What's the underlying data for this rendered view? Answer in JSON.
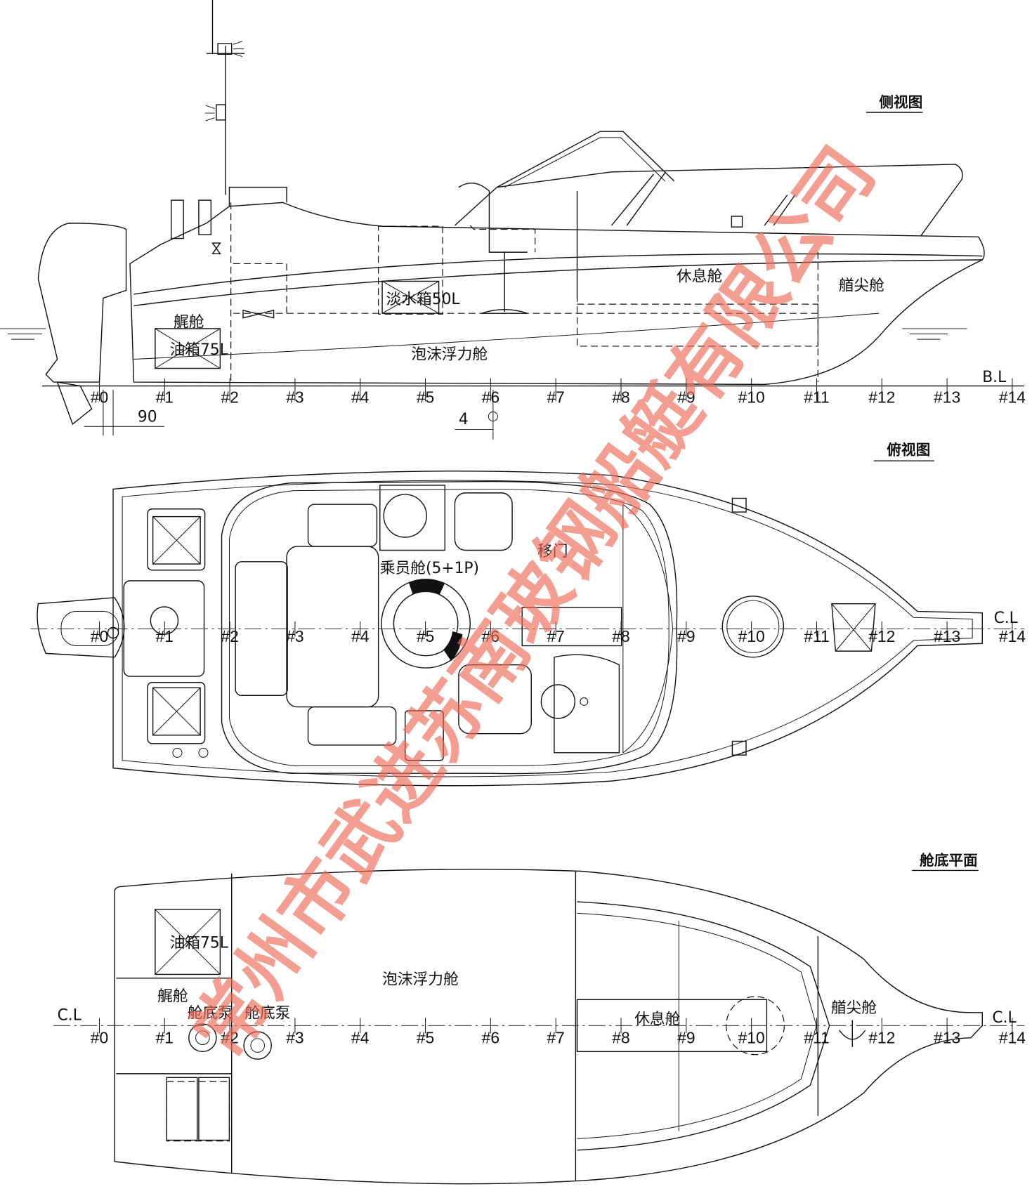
{
  "side_view": {
    "title": "侧视图",
    "labels": {
      "rest_cabin": "休息舱",
      "bow_peak": "艏尖舱",
      "fresh_water_tank": "淡水箱50L",
      "stern_compartment": "艉舱",
      "fuel_tank": "油箱75L",
      "foam_buoyancy": "泡沫浮力舱",
      "baseline": "B.L"
    },
    "dimensions": {
      "stern_offset": "90",
      "midship_offset": "4"
    }
  },
  "top_view": {
    "title": "俯视图",
    "labels": {
      "crew_cabin": "乘员舱(5+1P)",
      "sliding_door": "移门",
      "centerline": "C.L"
    }
  },
  "bottom_view": {
    "title": "舱底平面",
    "labels": {
      "fuel_tank": "油箱75L",
      "foam_buoyancy": "泡沫浮力舱",
      "stern_compartment": "艉舱",
      "bilge_pump_1": "舱底泵",
      "bilge_pump_2": "舱底泵",
      "rest_cabin": "休息舱",
      "bow_peak": "艏尖舱",
      "centerline_left": "C.L",
      "centerline_right": "C.L"
    }
  },
  "stations": [
    "#0",
    "#1",
    "#2",
    "#3",
    "#4",
    "#5",
    "#6",
    "#7",
    "#8",
    "#9",
    "#10",
    "#11",
    "#12",
    "#13",
    "#14"
  ],
  "watermark": "常州市武进苏南玻钢船艇有限公司"
}
